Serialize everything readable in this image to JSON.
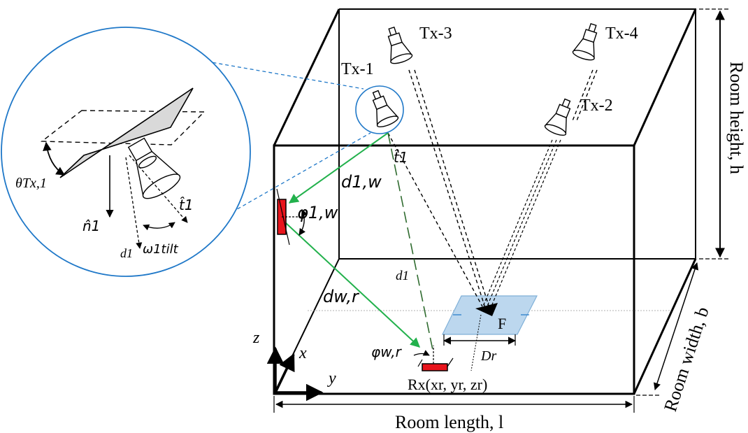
{
  "figure": {
    "labels": {
      "tx1": "Tx-1",
      "tx2": "Tx-2",
      "tx3": "Tx-3",
      "tx4": "Tx-4",
      "room_height": "Room height, h",
      "room_width": "Room width, b",
      "room_length": "Room length, l",
      "d1w": "d1,w",
      "phi1w": "φ1,w",
      "dwr": "dw,r",
      "phiwr": "φw,r",
      "d1_room": "d1",
      "t1_room": "t̂1",
      "focus": "F",
      "dr": "Dr",
      "rx": "Rx(xr, yr, zr)",
      "axis_z": "z",
      "axis_x": "x",
      "axis_y": "y"
    },
    "inset_labels": {
      "theta": "θTx,1",
      "n1": "n̂1",
      "d1": "d1",
      "omega": "ω1tilt",
      "t1": "t̂1"
    },
    "colors": {
      "inset_circle": "#1f78c8",
      "zoom_lines": "#1f78c8",
      "reflection_path": "#22b14c",
      "los_path": "#2f6b2f",
      "receiver_plane": "#bcd7ee",
      "device": "#e8141c",
      "wall_plate": "#d9d9d9"
    },
    "icons": [
      "luminaire-icon",
      "photodetector-icon",
      "wall-reflector-icon"
    ]
  }
}
